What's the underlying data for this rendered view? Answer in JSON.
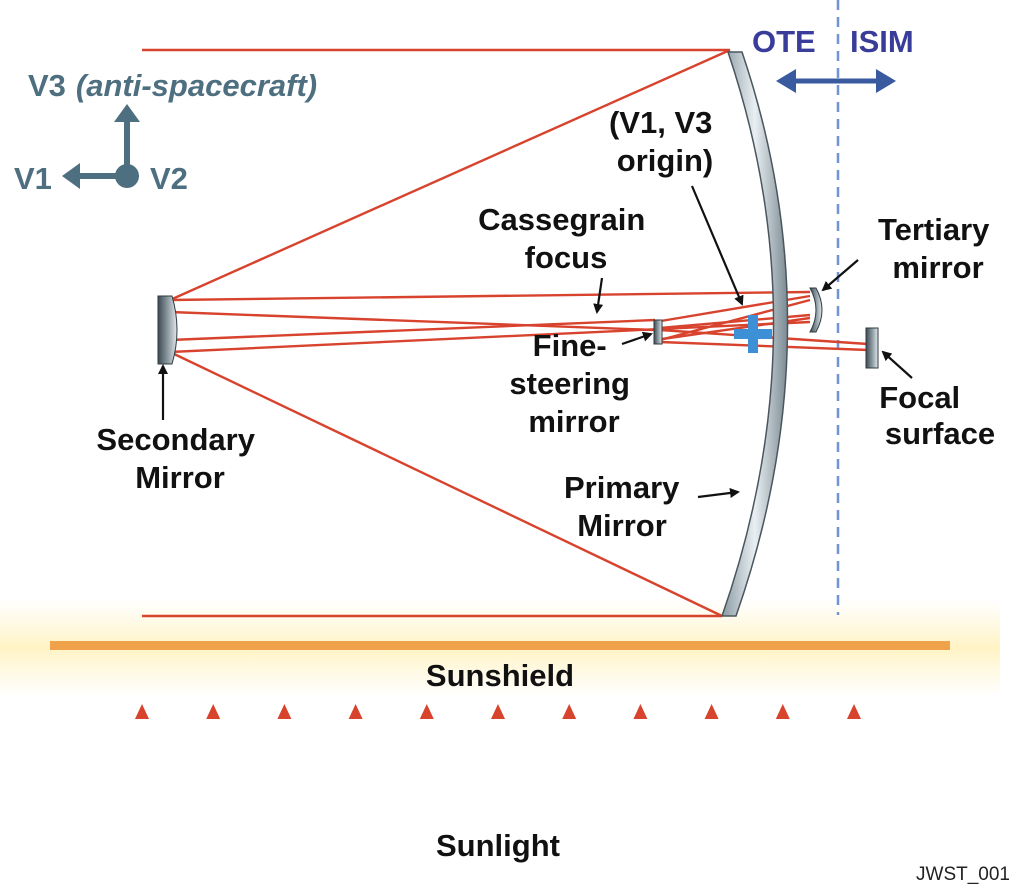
{
  "colors": {
    "ray": "#d8432e",
    "axis": "#4e6f80",
    "region": "#3a3c9a",
    "divider": "#6f95d6",
    "origin": "#3d8fd6",
    "sunshield": "#f0a24a",
    "sunlight_top": "#d8432e",
    "sunlight_bottom": "#f2e12c"
  },
  "axes": {
    "v3": "V3",
    "v3_note": "(anti-spacecraft)",
    "v1": "V1",
    "v2": "V2"
  },
  "regions": {
    "ote": "OTE",
    "isim": "ISIM"
  },
  "labels": {
    "v1v3_origin_line1": "(V1, V3",
    "v1v3_origin_line2": "origin)",
    "cassegrain_line1": "Cassegrain",
    "cassegrain_line2": "focus",
    "tertiary_line1": "Tertiary",
    "tertiary_line2": "mirror",
    "fine_steering_line1": "Fine-",
    "fine_steering_line2": "steering",
    "fine_steering_line3": "mirror",
    "focal_line1": "Focal",
    "focal_line2": "surface",
    "secondary_line1": "Secondary",
    "secondary_line2": "Mirror",
    "primary_line1": "Primary",
    "primary_line2": "Mirror",
    "sunshield": "Sunshield",
    "sunlight": "Sunlight"
  },
  "credit": "JWST_001"
}
